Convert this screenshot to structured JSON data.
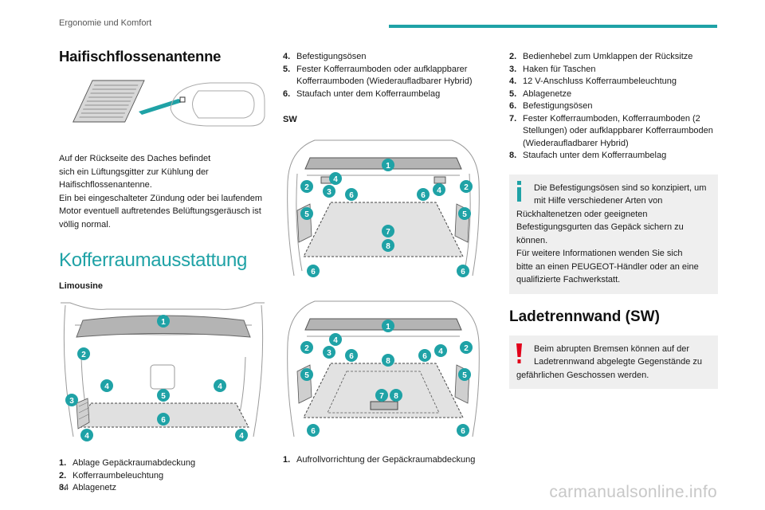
{
  "header": {
    "section": "Ergonomie und Komfort"
  },
  "page_number": "64",
  "col1": {
    "title1": "Haifischflossenantenne",
    "para1": [
      "Auf der Rückseite des Daches befindet",
      "sich ein Lüftungsgitter zur Kühlung der",
      "Haifischflossenantenne.",
      "Ein bei eingeschalteter Zündung oder bei laufendem",
      "Motor eventuell auftretendes Belüftungsgeräusch ist",
      "völlig normal."
    ],
    "title2": "Kofferraumausstattung",
    "sub1": "Limousine",
    "img_labels": [
      "1",
      "2",
      "3",
      "4",
      "4",
      "5",
      "6",
      "4",
      "4"
    ],
    "list": [
      {
        "n": "1.",
        "t": "Ablage Gepäckraumabdeckung"
      },
      {
        "n": "2.",
        "t": "Kofferraumbeleuchtung"
      },
      {
        "n": "3.",
        "t": "Ablagenetz"
      }
    ]
  },
  "col2": {
    "list_top": [
      {
        "n": "4.",
        "t": "Befestigungsösen"
      },
      {
        "n": "5.",
        "t": "Fester Kofferraumboden oder aufklappbarer Kofferraumboden (Wiederaufladbarer Hybrid)"
      },
      {
        "n": "6.",
        "t": "Staufach unter dem Kofferraumbelag"
      }
    ],
    "sub_sw": "SW",
    "img1_labels": [
      "1",
      "2",
      "4",
      "3",
      "6",
      "6",
      "4",
      "2",
      "5",
      "5",
      "7",
      "8",
      "6",
      "6"
    ],
    "img2_labels": [
      "1",
      "2",
      "4",
      "3",
      "6",
      "8",
      "6",
      "4",
      "2",
      "5",
      "5",
      "7",
      "8",
      "6",
      "6"
    ],
    "list_bottom": [
      {
        "n": "1.",
        "t": "Aufrollvorrichtung der Gepäckraumabdeckung"
      }
    ]
  },
  "col3": {
    "list": [
      {
        "n": "2.",
        "t": "Bedienhebel zum Umklappen der Rücksitze"
      },
      {
        "n": "3.",
        "t": "Haken für Taschen"
      },
      {
        "n": "4.",
        "t": "12 V-Anschluss Kofferraumbeleuchtung"
      },
      {
        "n": "5.",
        "t": "Ablagenetze"
      },
      {
        "n": "6.",
        "t": "Befestigungsösen"
      },
      {
        "n": "7.",
        "t": "Fester Kofferraumboden, Kofferraumboden (2 Stellungen) oder aufklappbarer Kofferraumboden (Wiederaufladbarer Hybrid)"
      },
      {
        "n": "8.",
        "t": "Staufach unter dem Kofferraumbelag"
      }
    ],
    "info_lines": [
      "Die Befestigungsösen sind so konzipiert, um",
      "mit Hilfe verschiedener Arten von",
      "Rückhaltenetzen oder geeigneten",
      "Befestigungsgurten das Gepäck sichern zu",
      "können.",
      "Für weitere Informationen wenden Sie sich",
      "bitte an einen PEUGEOT-Händler oder an eine",
      "qualifizierte Fachwerkstatt."
    ],
    "title3": "Ladetrennwand (SW)",
    "warn_lines": [
      "Beim abrupten Bremsen können auf der",
      "Ladetrennwand abgelegte Gegenstände zu",
      "gefährlichen Geschossen werden."
    ]
  },
  "icons": {
    "info": "info-icon",
    "warning": "warning-icon"
  },
  "colors": {
    "accent": "#1fa2a6",
    "warning": "#e2001a"
  },
  "watermark": "carmanualsonline.info"
}
